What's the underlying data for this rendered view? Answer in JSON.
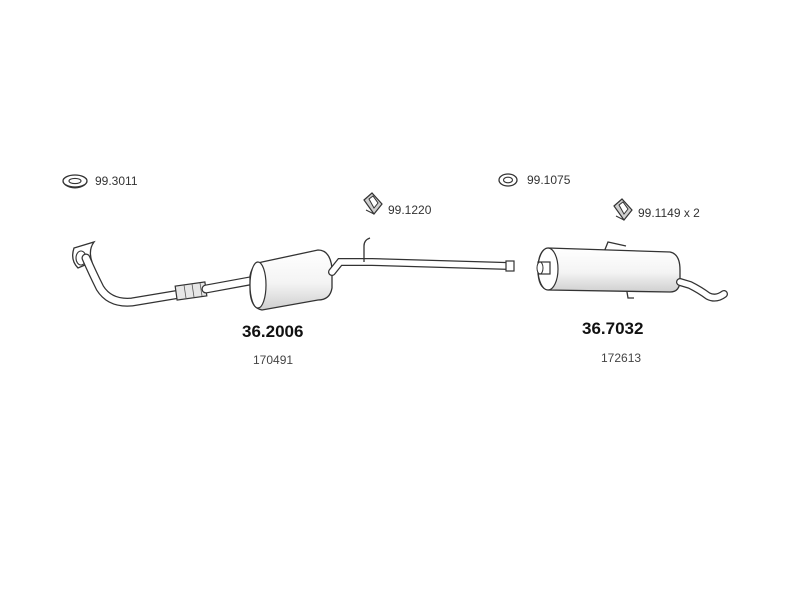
{
  "diagram": {
    "parts": [
      {
        "id": "gasket-left",
        "label": "99.3011",
        "icon": "ring-gasket-icon"
      },
      {
        "id": "clamp-left",
        "label": "99.1220",
        "icon": "clamp-icon"
      },
      {
        "id": "gasket-right",
        "label": "99.1075",
        "icon": "ring-gasket-icon"
      },
      {
        "id": "clamp-right",
        "label": "99.1149 x 2",
        "icon": "clamp-icon"
      }
    ],
    "assemblies": [
      {
        "id": "front-section",
        "part_number": "36.2006",
        "sub_number": "170491",
        "icon": "front-pipe-muffler-icon"
      },
      {
        "id": "rear-section",
        "part_number": "36.7032",
        "sub_number": "172613",
        "icon": "rear-muffler-icon"
      }
    ],
    "colors": {
      "stroke": "#333333",
      "fill": "#ffffff",
      "shade": "#d9d9d9"
    }
  }
}
